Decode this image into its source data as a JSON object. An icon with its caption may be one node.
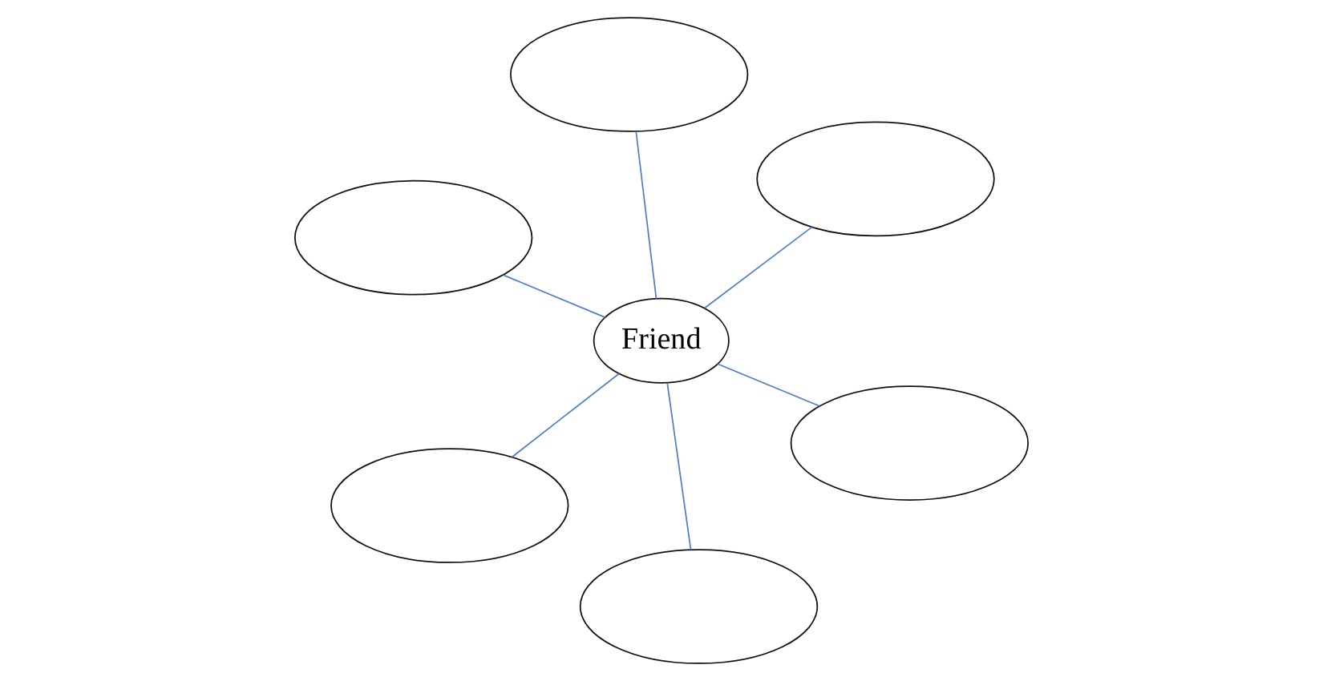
{
  "diagram": {
    "nodes": [
      {
        "text": [],
        "shape": "ellipse"
      },
      {
        "text": [],
        "shape": "ellipse"
      },
      {
        "text": [],
        "shape": "ellipse"
      },
      {
        "text": [
          "Friend"
        ]
      },
      {
        "text": [],
        "shape": "ellipse"
      },
      {
        "text": [],
        "shape": "ellipse"
      },
      {
        "text": [],
        "shape": "ellipse"
      }
    ],
    "edges": [
      {
        "from": 3,
        "to": 0,
        "arrow": "none"
      },
      {
        "from": 3,
        "to": 1,
        "arrow": "none"
      },
      {
        "from": 3,
        "to": 2,
        "arrow": "none"
      },
      {
        "from": 3,
        "to": 4,
        "arrow": "none"
      },
      {
        "from": 3,
        "to": 5,
        "arrow": "none"
      },
      {
        "from": 3,
        "to": 6,
        "arrow": "none"
      }
    ]
  }
}
